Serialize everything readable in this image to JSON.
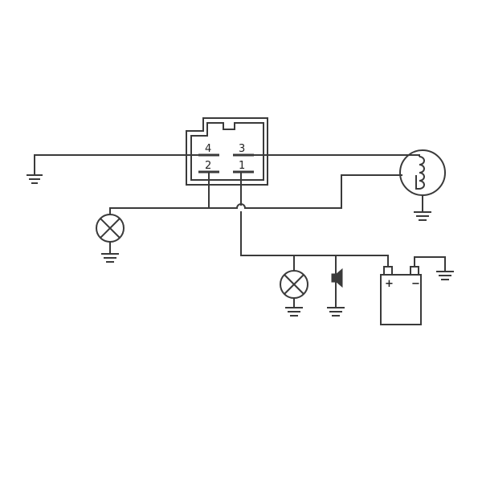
{
  "relay": {
    "pin_labels": [
      "4",
      "3",
      "2",
      "1"
    ]
  },
  "battery": {
    "positive_label": "+",
    "negative_label": "−"
  }
}
